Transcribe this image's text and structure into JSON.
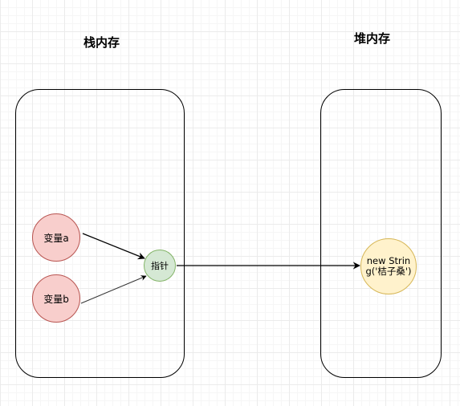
{
  "stack": {
    "title": "栈内存"
  },
  "heap": {
    "title": "堆内存"
  },
  "nodes": {
    "var_a": "变量a",
    "var_b": "变量b",
    "pointer": "指针",
    "string_obj": "new String('桔子桑')"
  },
  "colors": {
    "var_fill": "#f8cecc",
    "var_stroke": "#b85450",
    "pointer_fill": "#d5e8d4",
    "pointer_stroke": "#82b366",
    "object_fill": "#fff2cc",
    "object_stroke": "#d6b656"
  }
}
